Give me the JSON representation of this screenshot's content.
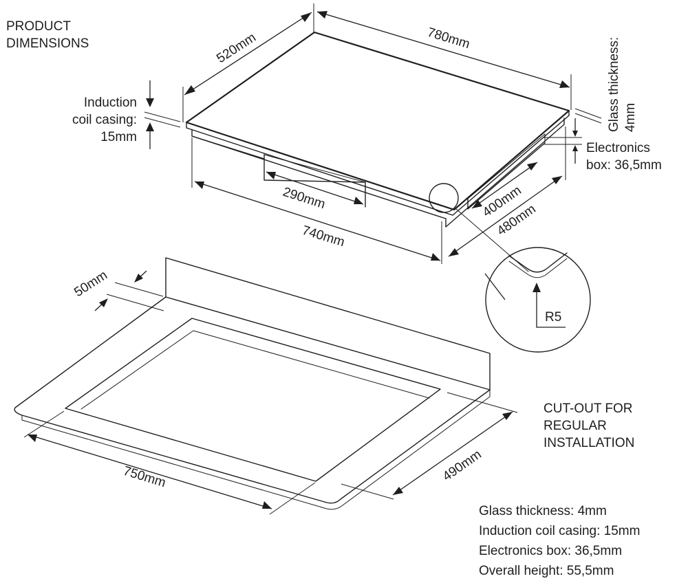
{
  "headings": {
    "product_line1": "PRODUCT",
    "product_line2": "DIMENSIONS",
    "cutout_line1": "CUT-OUT FOR",
    "cutout_line2": "REGULAR",
    "cutout_line3": "INSTALLATION"
  },
  "product_dimensions": {
    "width_top": "780mm",
    "depth_top": "520mm",
    "glass_thickness_line1": "Glass thickness:",
    "glass_thickness_line2": "4mm",
    "coil_line1": "Induction",
    "coil_line2": "coil casing:",
    "coil_line3": "15mm",
    "electronics_line1": "Electronics",
    "electronics_line2": "box: 36,5mm",
    "width_290": "290mm",
    "width_740": "740mm",
    "depth_400": "400mm",
    "depth_480": "480mm",
    "radius": "R5"
  },
  "cutout_dimensions": {
    "margin": "50mm",
    "width": "750mm",
    "depth": "490mm"
  },
  "specs": [
    "Glass thickness: 4mm",
    "Induction coil casing: 15mm",
    "Electronics box: 36,5mm",
    "Overall height: 55,5mm"
  ]
}
